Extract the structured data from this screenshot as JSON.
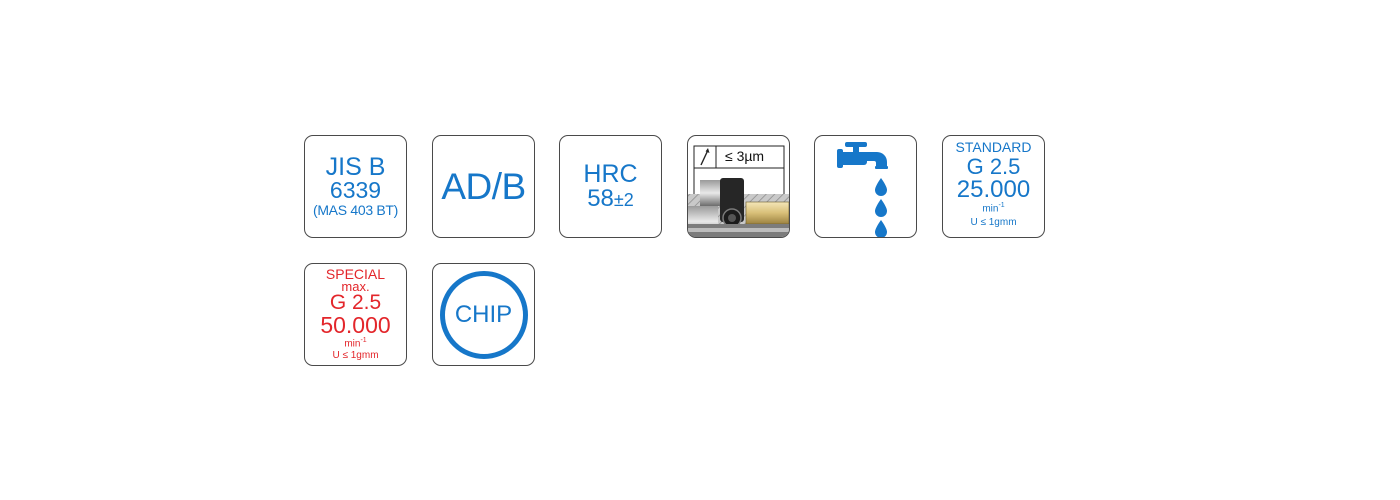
{
  "tiles": {
    "standard_jis": {
      "line1": "JIS B",
      "line2": "6339",
      "line3": "(MAS 403 BT)"
    },
    "coupling": {
      "label": "AD/B"
    },
    "hardness": {
      "line1": "HRC",
      "line2_value": "58",
      "line2_tolerance": "±2"
    },
    "runout": {
      "label": "≤ 3µm"
    },
    "coolant": {
      "icon": "coolant-tap-icon"
    },
    "balance_standard": {
      "title": "STANDARD",
      "grade": "G 2.5",
      "speed": "25.000",
      "unit": "min",
      "unit_exp": "-1",
      "unbalance": "U ≤ 1gmm"
    },
    "balance_special": {
      "title": "SPECIAL",
      "max": "max.",
      "grade": "G 2.5",
      "speed": "50.000",
      "unit": "min",
      "unit_exp": "-1",
      "unbalance": "U ≤ 1gmm"
    },
    "chip": {
      "label": "CHIP"
    }
  },
  "colors": {
    "blue": "#1677c9",
    "red": "#e3262b",
    "border": "#4a4a4a"
  }
}
